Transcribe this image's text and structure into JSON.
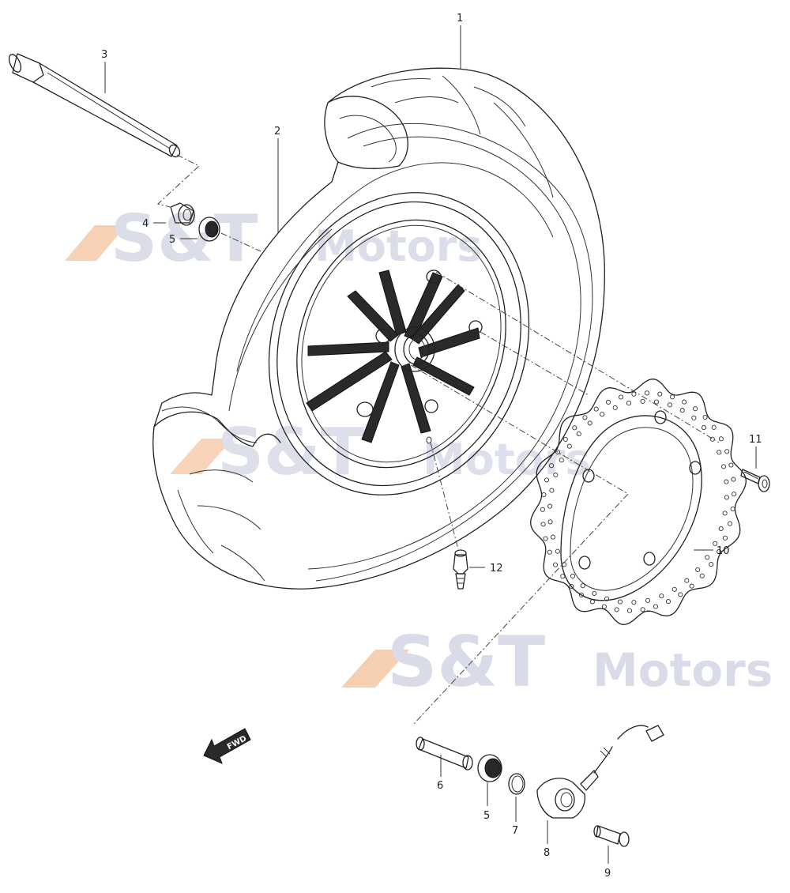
{
  "watermark": {
    "brand": "S&T",
    "tagline": "Motors",
    "colors": {
      "text": "#d5d9e6",
      "stripe": "#f6c9a8"
    }
  },
  "fwd_label": "FWD",
  "callouts": [
    {
      "id": "tire",
      "text": "1"
    },
    {
      "id": "rim",
      "text": "2"
    },
    {
      "id": "axle",
      "text": "3"
    },
    {
      "id": "collar",
      "text": "4"
    },
    {
      "id": "bearing-left",
      "text": "5"
    },
    {
      "id": "spacer",
      "text": "6"
    },
    {
      "id": "bearing-right",
      "text": "5"
    },
    {
      "id": "oring",
      "text": "7"
    },
    {
      "id": "speed-gear",
      "text": "8"
    },
    {
      "id": "collar-right",
      "text": "9"
    },
    {
      "id": "disc",
      "text": "10"
    },
    {
      "id": "disc-bolt",
      "text": "11"
    },
    {
      "id": "valve",
      "text": "12"
    }
  ]
}
